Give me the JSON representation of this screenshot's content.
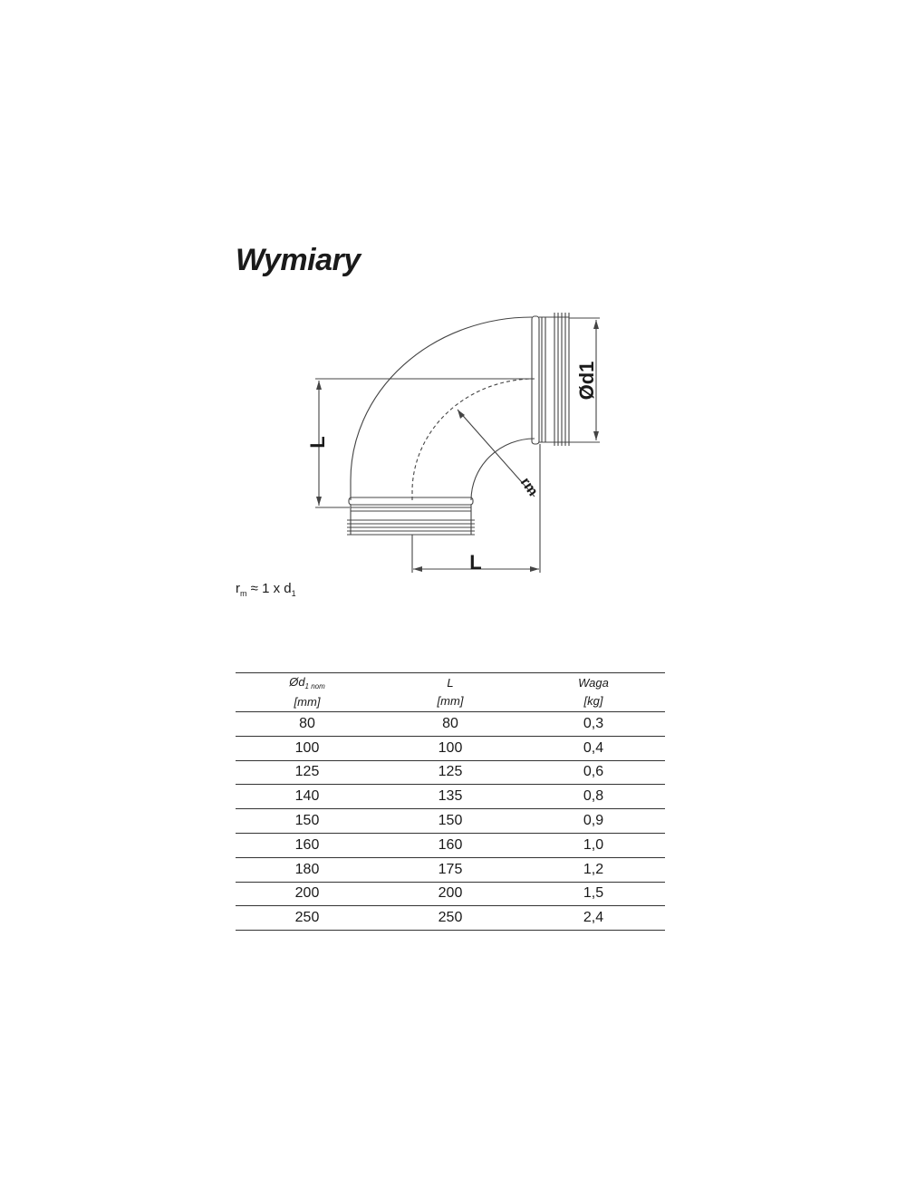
{
  "title": "Wymiary",
  "diagram": {
    "label_L_vertical": "L",
    "label_L_horizontal": "L",
    "label_diameter": "Ød1",
    "label_radius": "rm"
  },
  "formula": {
    "r": "r",
    "r_sub": "m",
    "middle": " ≈ 1 x d",
    "d_sub": "1"
  },
  "table": {
    "headers": [
      {
        "name": "Ød",
        "sub": "1 nom",
        "unit": "[mm]"
      },
      {
        "name": "L",
        "sub": "",
        "unit": "[mm]"
      },
      {
        "name": "Waga",
        "sub": "",
        "unit": "[kg]"
      }
    ],
    "rows": [
      [
        "80",
        "80",
        "0,3"
      ],
      [
        "100",
        "100",
        "0,4"
      ],
      [
        "125",
        "125",
        "0,6"
      ],
      [
        "140",
        "135",
        "0,8"
      ],
      [
        "150",
        "150",
        "0,9"
      ],
      [
        "160",
        "160",
        "1,0"
      ],
      [
        "180",
        "175",
        "1,2"
      ],
      [
        "200",
        "200",
        "1,5"
      ],
      [
        "250",
        "250",
        "2,4"
      ]
    ]
  }
}
